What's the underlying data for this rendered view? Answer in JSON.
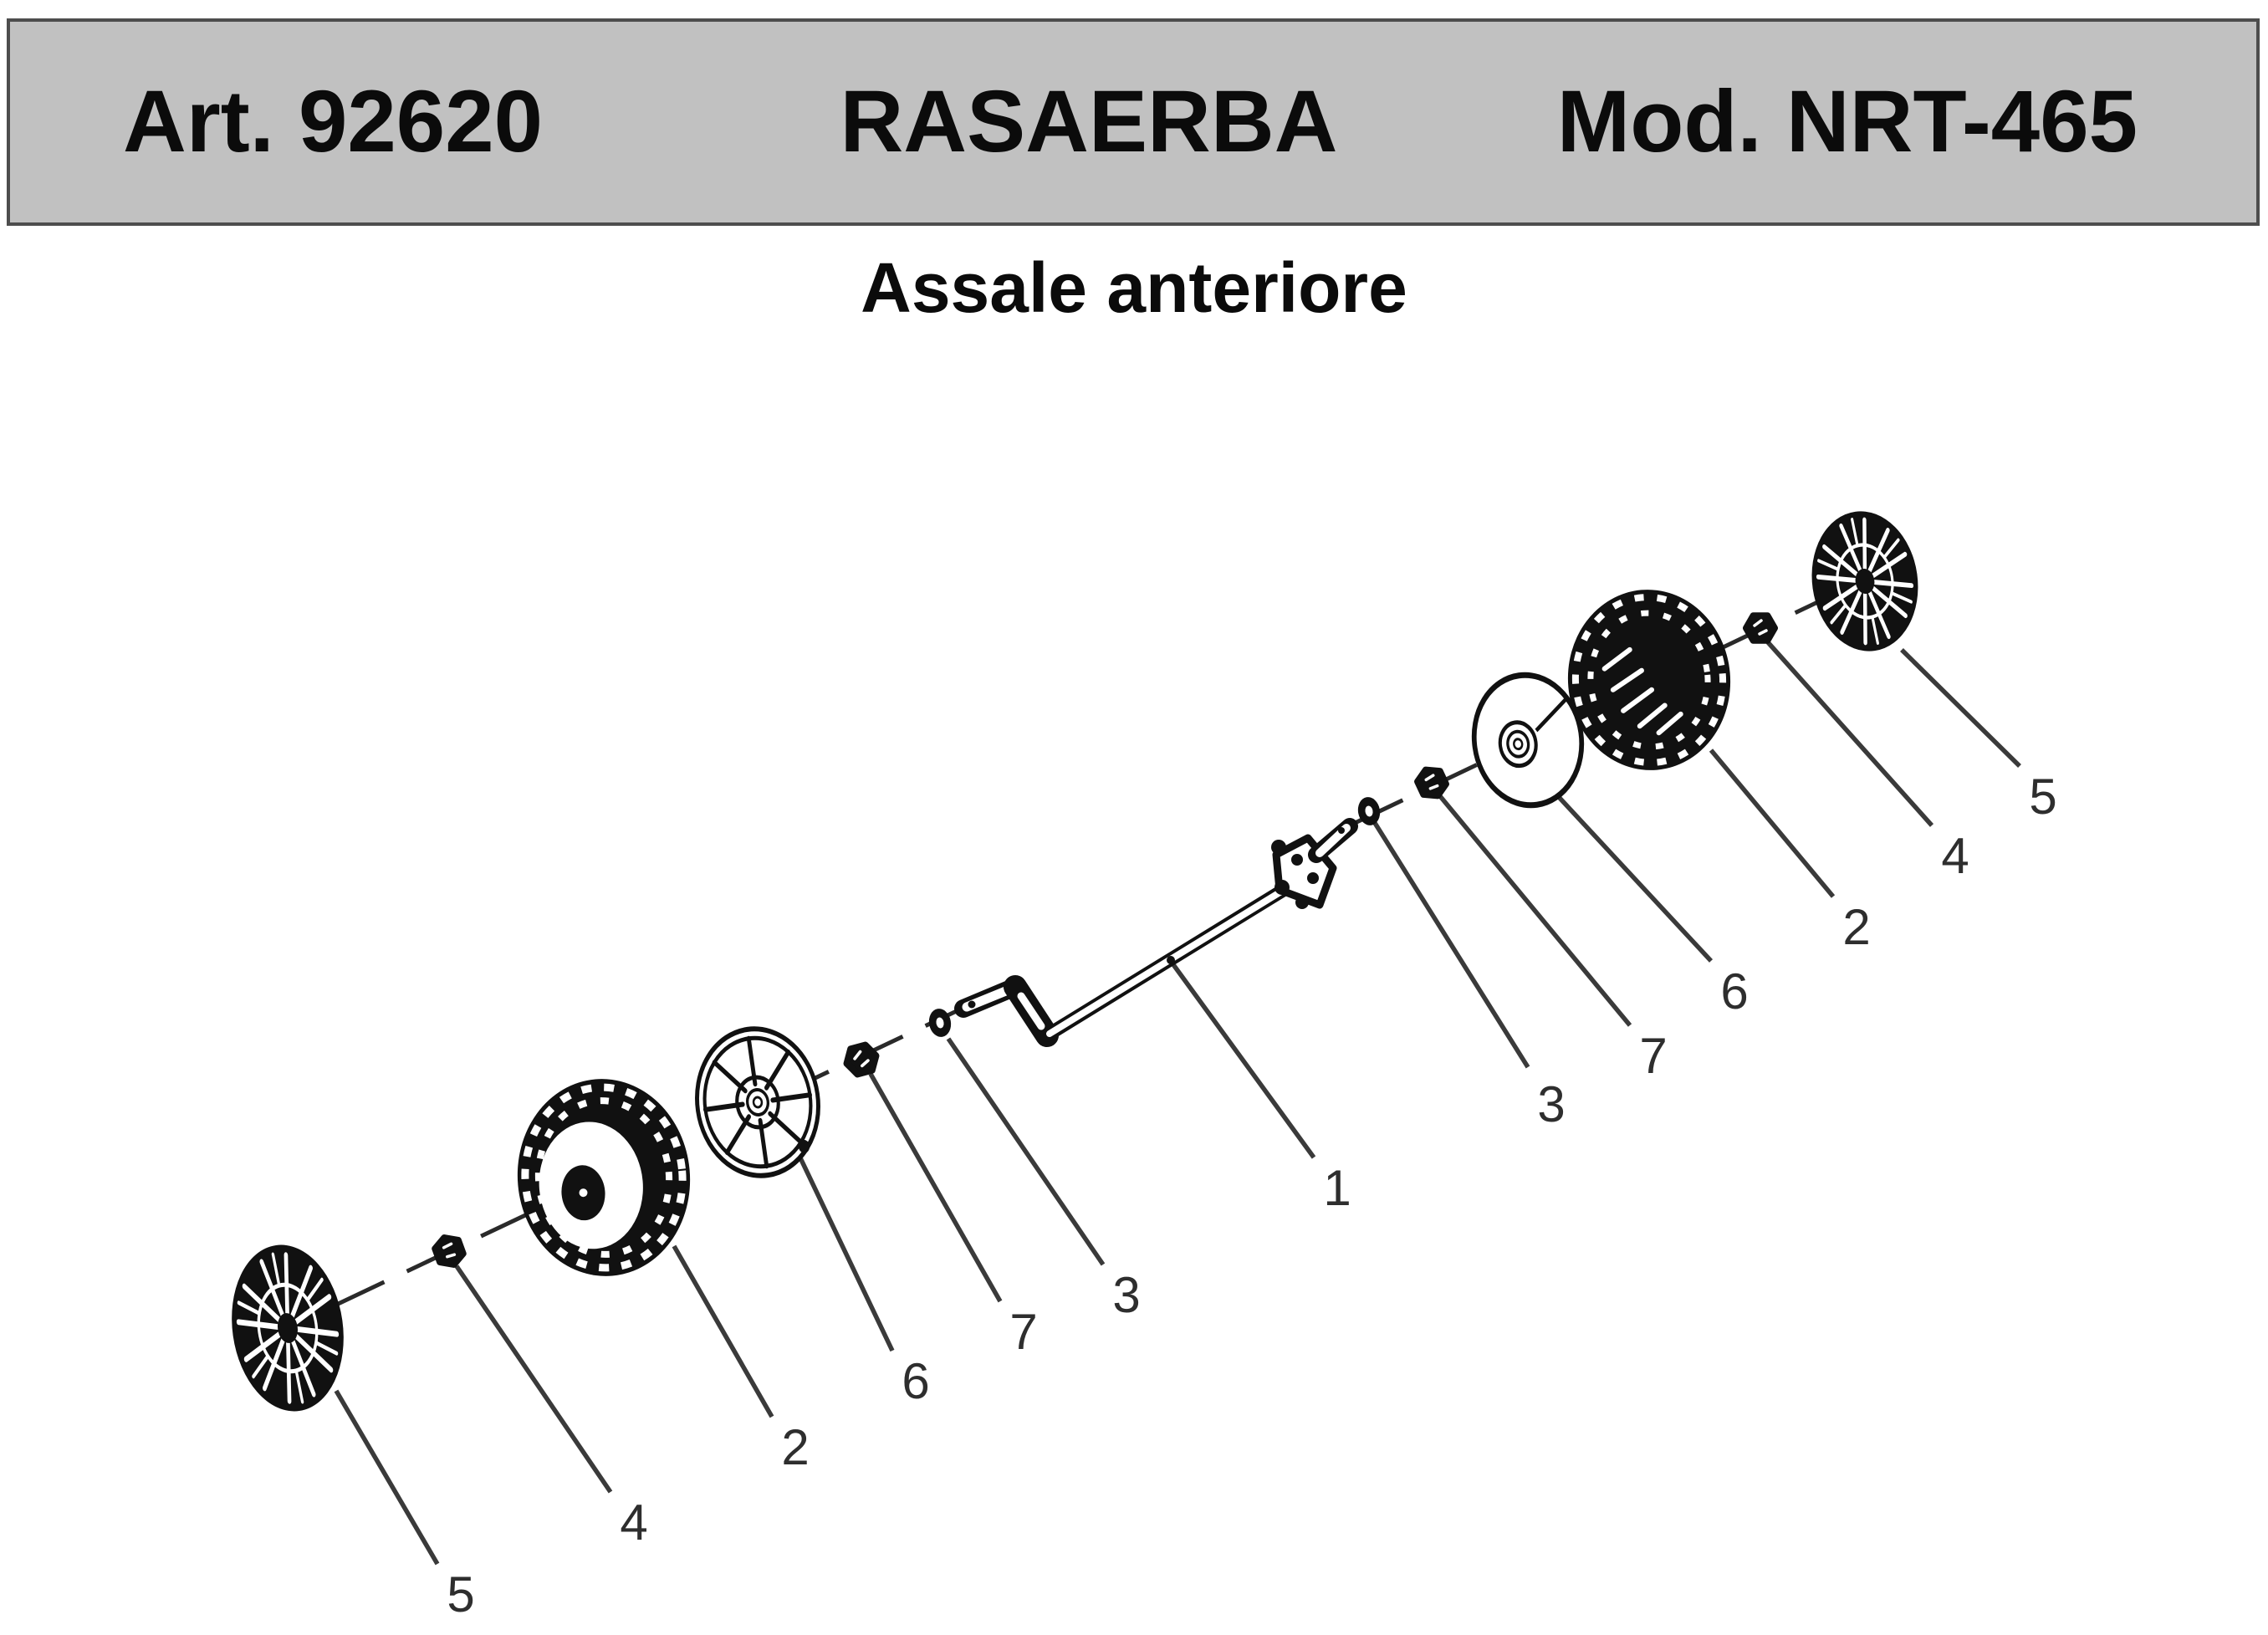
{
  "header": {
    "article": "Art. 92620",
    "product": "RASAERBA",
    "model": "Mod. NRT-465"
  },
  "subtitle": "Assale anteriore",
  "colors": {
    "header_bg": "#c1c1c1",
    "header_border": "#4d4d4d",
    "ink": "#111111",
    "leader_line": "#3a3a3a",
    "callout_text": "#2e2e2e",
    "page_bg": "#ffffff"
  },
  "callouts": [
    {
      "label": "5"
    },
    {
      "label": "4"
    },
    {
      "label": "2"
    },
    {
      "label": "6"
    },
    {
      "label": "7"
    },
    {
      "label": "3"
    },
    {
      "label": "1"
    },
    {
      "label": "3"
    },
    {
      "label": "7"
    },
    {
      "label": "6"
    },
    {
      "label": "2"
    },
    {
      "label": "4"
    },
    {
      "label": "5"
    }
  ]
}
